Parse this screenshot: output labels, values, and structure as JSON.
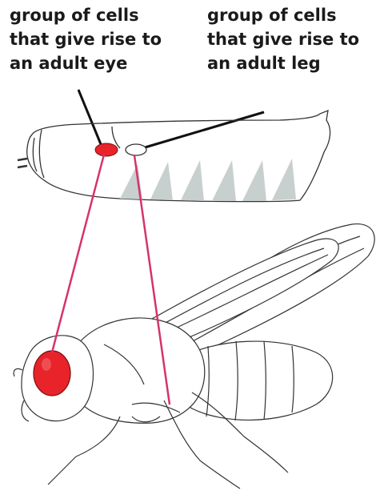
{
  "labels": {
    "eye": {
      "line1": "group of cells",
      "line2": "that give rise to",
      "line3": "an adult eye"
    },
    "leg": {
      "line1": "group of cells",
      "line2": "that give rise to",
      "line3": "an adult leg"
    }
  },
  "colors": {
    "eye_disc": "#e8232a",
    "connector": "#d6336c",
    "outline": "#333333",
    "pointer": "#111111",
    "larva_spikes": "#c8cfcf"
  }
}
